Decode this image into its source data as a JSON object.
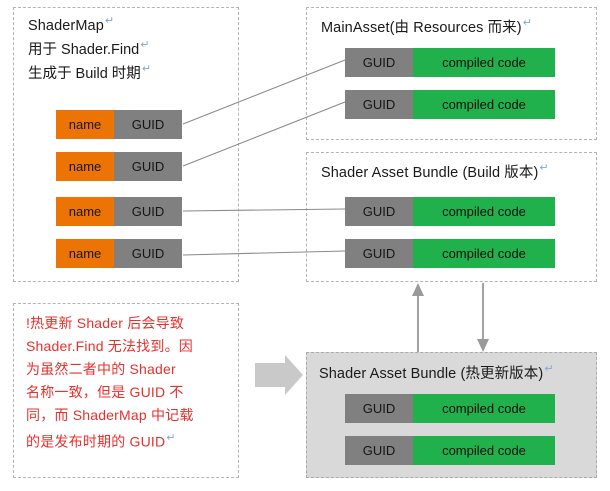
{
  "diagram": {
    "title_note": "Unity ShaderMap / Shader AssetBundle hot-update diagram",
    "colors": {
      "name_orange": "#ec7404",
      "guid_gray": "#808080",
      "code_green": "#21b14c",
      "warning_red": "#e8302c",
      "panel_gray": "#d9d9d9",
      "dash_border": "#b4b4b4",
      "connector_line": "#808080"
    }
  },
  "shadermap_box": {
    "title": "ShaderMap",
    "line2": "用于 Shader.Find",
    "line3": "生成于 Build 时期",
    "pilcrow": "↵",
    "rows": [
      {
        "name": "name",
        "guid": "GUID"
      },
      {
        "name": "name",
        "guid": "GUID"
      },
      {
        "name": "name",
        "guid": "GUID"
      },
      {
        "name": "name",
        "guid": "GUID"
      }
    ]
  },
  "mainasset_box": {
    "title": "MainAsset(由 Resources 而来)",
    "pilcrow": "↵",
    "rows": [
      {
        "guid": "GUID",
        "code": "compiled code"
      },
      {
        "guid": "GUID",
        "code": "compiled code"
      }
    ]
  },
  "build_bundle_box": {
    "title": "Shader Asset Bundle (Build 版本)",
    "pilcrow": "↵",
    "rows": [
      {
        "guid": "GUID",
        "code": "compiled code"
      },
      {
        "guid": "GUID",
        "code": "compiled code"
      }
    ]
  },
  "hotupdate_bundle_box": {
    "title": "Shader Asset Bundle (热更新版本)",
    "pilcrow": "↵",
    "rows": [
      {
        "guid": "GUID",
        "code": "compiled code"
      },
      {
        "guid": "GUID",
        "code": "compiled code"
      }
    ]
  },
  "warning_box": {
    "lines": [
      "!热更新 Shader 后会导致",
      "Shader.Find 无法找到。因",
      "为虽然二者中的 Shader",
      "名称一致，但是 GUID 不",
      "同，而 ShaderMap 中记载",
      "的是发布时期的 GUID"
    ],
    "pilcrow": "↵"
  },
  "connectors": {
    "shadermap_row1_to_mainasset_row1": "diagonal-line",
    "shadermap_row2_to_mainasset_row2": "diagonal-line",
    "shadermap_row3_to_build_row1": "horizontal-line",
    "shadermap_row4_to_build_row2": "horizontal-line",
    "hotupdate_up_arrow": "arrow-up",
    "build_down_arrow": "arrow-down",
    "warning_block_arrow": "block-arrow-right"
  }
}
